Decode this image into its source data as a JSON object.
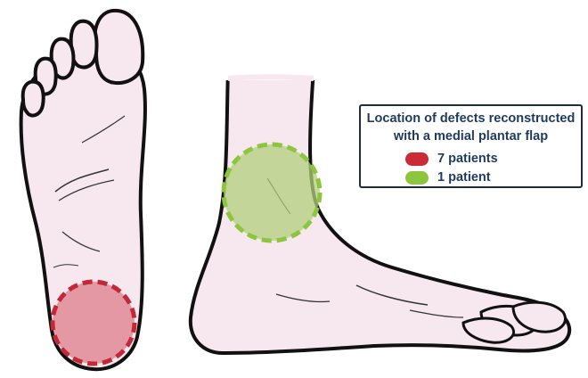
{
  "legend": {
    "title_line1": "Location of defects reconstructed",
    "title_line2": "with a medial plantar flap",
    "items": [
      {
        "label": "7 patients",
        "color": "#cc2a35"
      },
      {
        "label": "1 patient",
        "color": "#8cc63f"
      }
    ]
  },
  "regions": [
    {
      "name": "heel-defect-region",
      "color": "#cc2a35",
      "patients": 7
    },
    {
      "name": "ankle-defect-region",
      "color": "#8cc63f",
      "patients": 1
    }
  ],
  "colors": {
    "skin": "#f6e8ee",
    "outline": "#111111",
    "title_text": "#1f3a5f"
  }
}
